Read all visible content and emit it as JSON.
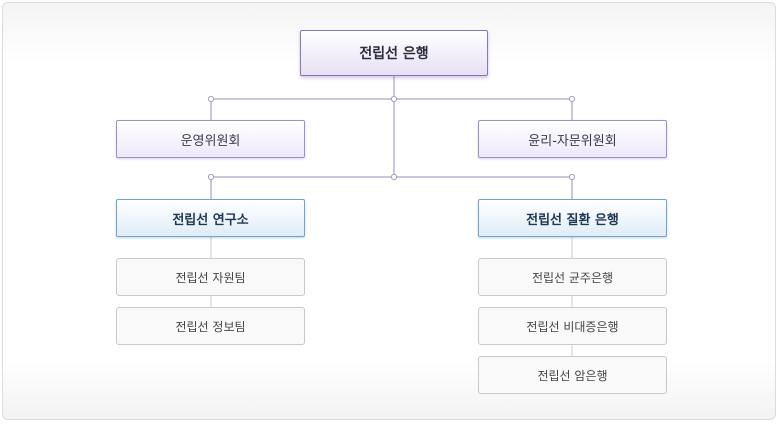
{
  "org": {
    "root": "전립선 은행",
    "committees": {
      "left": "운영위원회",
      "right": "윤리-자문위원회"
    },
    "units": {
      "left": {
        "name": "전립선 연구소",
        "teams": [
          "전립선 자원팀",
          "전립선 정보팀"
        ]
      },
      "right": {
        "name": "전립선 질환 은행",
        "teams": [
          "전립선 균주은행",
          "전립선 비대증은행",
          "전립선 암은행"
        ]
      }
    }
  },
  "colors": {
    "root_border": "#8a78b4",
    "committee_border": "#9e8fcb",
    "unit_border": "#6ea5cf",
    "connector": "#b9b3d2"
  }
}
